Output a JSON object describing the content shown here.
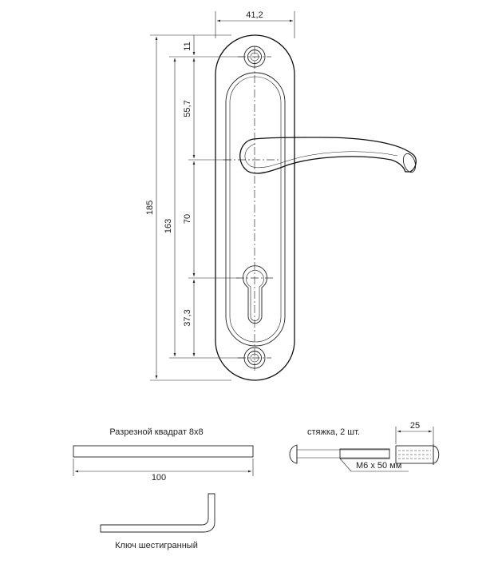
{
  "dimensions": {
    "plate_width": "41,2",
    "top_hole_offset": "11",
    "hole_to_handle": "55,7",
    "handle_to_cylinder": "70",
    "cylinder_to_hole": "37,3",
    "hole_spacing": "163",
    "plate_height": "185"
  },
  "square_bar": {
    "title": "Разрезной квадрат 8x8",
    "length": "100"
  },
  "screw": {
    "title": "стяжка, 2 шт.",
    "thread": "М6 х 50 мм",
    "sleeve_length": "25"
  },
  "hex_key": {
    "title": "Ключ шестигранный"
  }
}
